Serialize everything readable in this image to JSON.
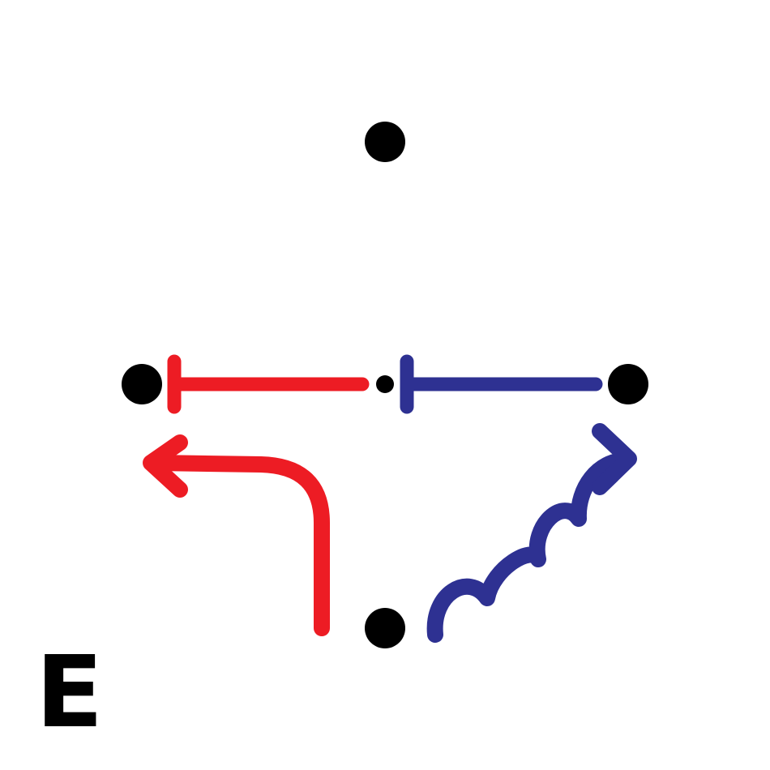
{
  "panel": {
    "label": "E"
  },
  "colors": {
    "background": "#ffffff",
    "node": "#000000",
    "inhibition_left": "#ed1c24",
    "inhibition_right": "#2e3192",
    "arrow_left": "#ed1c24",
    "arrow_right": "#2e3192",
    "label": "#000000"
  },
  "nodes": [
    {
      "id": "top-node",
      "kind": "large"
    },
    {
      "id": "left-node",
      "kind": "large"
    },
    {
      "id": "center-node",
      "kind": "small"
    },
    {
      "id": "right-node",
      "kind": "large"
    },
    {
      "id": "bottom-node",
      "kind": "large"
    }
  ],
  "edges": [
    {
      "id": "red-inhibition",
      "from": "center-node",
      "to": "left-node",
      "style": "flat-end",
      "color": "#ed1c24"
    },
    {
      "id": "blue-inhibition",
      "from": "right-node",
      "to": "center-node",
      "style": "flat-end",
      "color": "#2e3192"
    },
    {
      "id": "red-bent-arrow",
      "from": "bottom-node",
      "to": "left-node",
      "style": "arrow",
      "color": "#ed1c24"
    },
    {
      "id": "blue-wavy-arrow",
      "from": "bottom-node",
      "to": "right-node",
      "style": "wavy-arrow",
      "color": "#2e3192"
    }
  ]
}
